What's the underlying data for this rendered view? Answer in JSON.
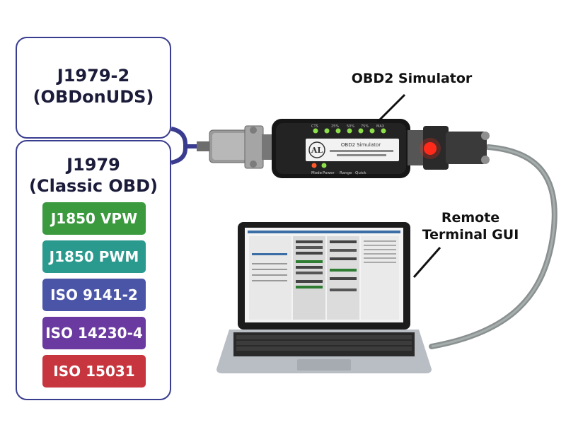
{
  "boxes": {
    "top": {
      "line1": "J1979-2",
      "line2": "(OBDonUDS)"
    },
    "bottom": {
      "line1": "J1979",
      "line2": "(Classic OBD)"
    }
  },
  "protocols": [
    {
      "label": "J1850 VPW",
      "color": "#3b9a3e"
    },
    {
      "label": "J1850 PWM",
      "color": "#2a9a8e"
    },
    {
      "label": "ISO 9141-2",
      "color": "#4b55a8"
    },
    {
      "label": "ISO 14230-4",
      "color": "#6a3aa0"
    },
    {
      "label": "ISO 15031",
      "color": "#c7353e"
    }
  ],
  "labels": {
    "simulator": "OBD2 Simulator",
    "gui_line1": "Remote",
    "gui_line2": "Terminal GUI"
  },
  "device": {
    "name": "OBD2 Simulator",
    "led_labels": [
      "CTS",
      "25%",
      "50%",
      "75%",
      "MAX"
    ],
    "bottom_labels": [
      "Mode",
      "Power",
      "Range",
      "Quick"
    ]
  },
  "colors": {
    "box_border": "#3a3d8f",
    "connector": "#3a3d8f",
    "led_green": "#8ee04a",
    "led_red": "#ff2a1a"
  }
}
